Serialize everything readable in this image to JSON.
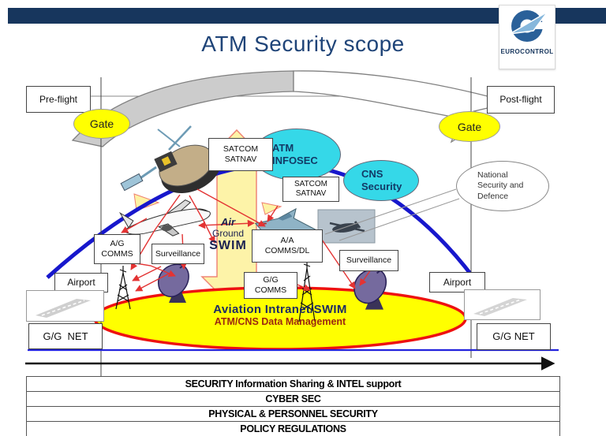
{
  "header": {
    "title": "ATM Security scope",
    "logo_text": "EUROCONTROL"
  },
  "flow": {
    "pre_flight": "Pre-flight",
    "post_flight": "Post-flight",
    "gate_left": "Gate",
    "gate_right": "Gate"
  },
  "ellipses": {
    "atm_infosec": [
      "ATM",
      "INFOSEC"
    ],
    "cns_security": [
      "CNS",
      "Security"
    ],
    "national": [
      "National",
      "Security and",
      "Defence"
    ]
  },
  "boxes": {
    "satcom1": [
      "SATCOM",
      "SATNAV"
    ],
    "satcom2": [
      "SATCOM",
      "SATNAV"
    ],
    "ag_comms": [
      "A/G",
      "COMMS"
    ],
    "aa_comms": [
      "A/A",
      "COMMS/DL"
    ],
    "gg_comms": [
      "G/G",
      "COMMS"
    ],
    "surveillance_left": "Surveillance",
    "surveillance_right": "Surveillance",
    "airport_left": "Airport",
    "airport_right": "Airport",
    "gg_net_left": "G/G  NET",
    "gg_net_right": "G/G NET"
  },
  "swim_arrow": [
    "Air",
    "Ground",
    "SWIM"
  ],
  "aviation": {
    "title": "Aviation Intranet/SWIM",
    "subtitle": "ATM/CNS Data Management"
  },
  "bands": [
    "SECURITY Information Sharing & INTEL support",
    "CYBER SEC",
    "PHYSICAL & PERSONNEL SECURITY",
    "POLICY REGULATIONS"
  ],
  "colors": {
    "top_bar": "#17365D",
    "title": "#1F4478",
    "cyan": "#35D8E8",
    "gate_yellow": "#FFFF00",
    "aviation_yellow": "#FFFF00",
    "aviation_border": "#EE1111",
    "dome_blue": "#1717CC",
    "swim_yellow": "#FDF3A4",
    "link_red": "#E33333"
  }
}
